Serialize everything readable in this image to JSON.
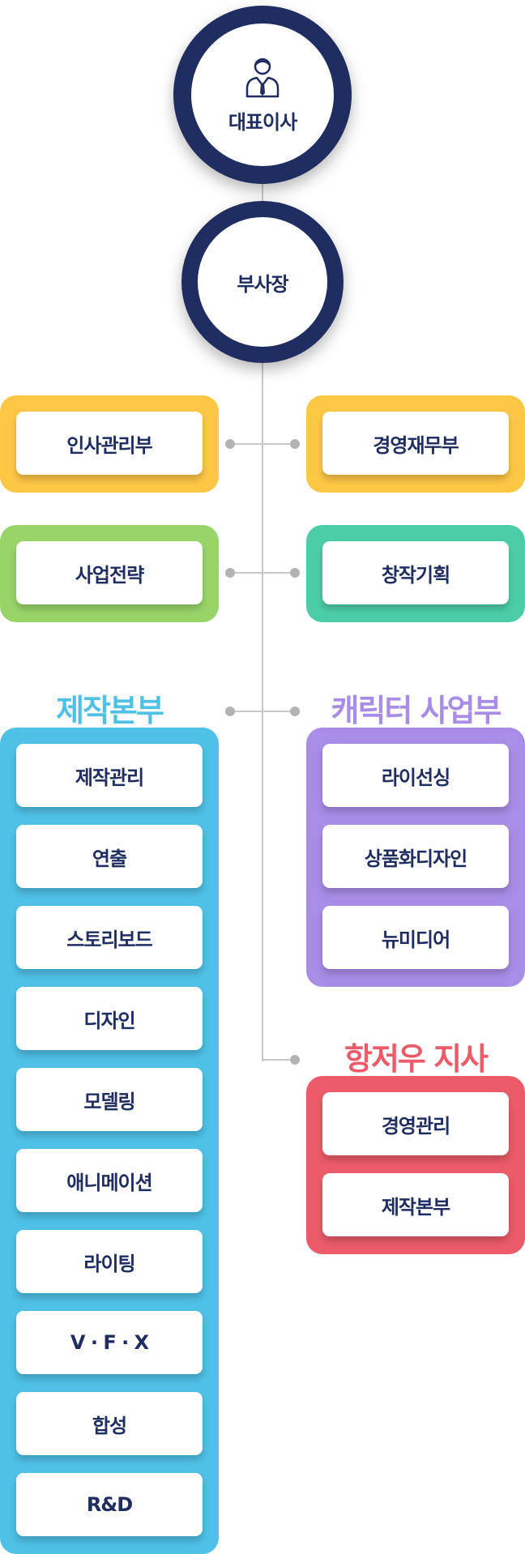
{
  "ceo": {
    "label": "대표이사",
    "icon": "businessman-icon"
  },
  "vp": {
    "label": "부사장"
  },
  "colors": {
    "navy": "#1f2d60",
    "yellow": "#fdc746",
    "green": "#98d468",
    "teal": "#4ccda8",
    "blue": "#4fc0e6",
    "purple": "#a88de6",
    "red": "#eb5b69"
  },
  "hr": {
    "label": "인사관리부"
  },
  "finance": {
    "label": "경영재무부"
  },
  "strategy": {
    "label": "사업전략"
  },
  "creative_planning": {
    "label": "창작기획"
  },
  "production": {
    "title": "제작본부",
    "items": [
      "제작관리",
      "연출",
      "스토리보드",
      "디자인",
      "모델링",
      "애니메이션",
      "라이팅",
      "V · F · X",
      "합성",
      "R&D"
    ]
  },
  "character": {
    "title": "캐릭터 사업부",
    "items": [
      "라이선싱",
      "상품화디자인",
      "뉴미디어"
    ]
  },
  "hangzhou": {
    "title": "항저우 지사",
    "items": [
      "경영관리",
      "제작본부"
    ]
  }
}
